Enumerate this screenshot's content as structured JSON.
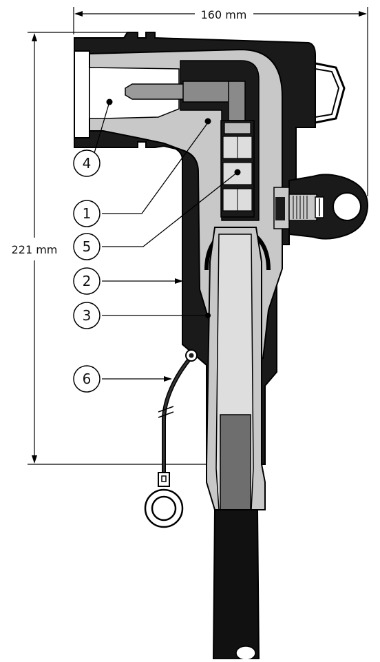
{
  "dimensions": {
    "width_label": "160 mm",
    "height_label": "221 mm"
  },
  "callouts": [
    {
      "id": "1",
      "label": "1"
    },
    {
      "id": "2",
      "label": "2"
    },
    {
      "id": "3",
      "label": "3"
    },
    {
      "id": "4",
      "label": "4"
    },
    {
      "id": "5",
      "label": "5"
    },
    {
      "id": "6",
      "label": "6"
    }
  ],
  "colors": {
    "housing": "#1a1a1a",
    "insulation": "#c8c8c8",
    "conductor": "#8a8a8a",
    "cable_jacket": "#111111",
    "outline": "#000000"
  }
}
